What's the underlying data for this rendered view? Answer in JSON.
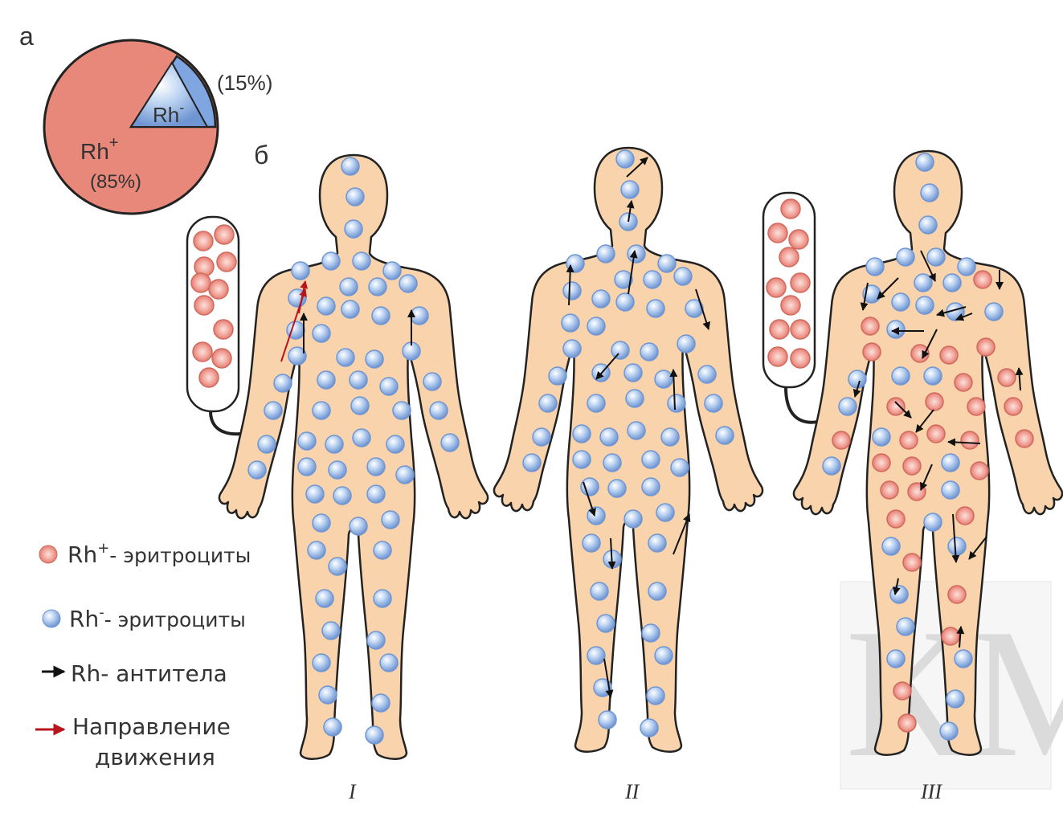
{
  "panel_a": {
    "label": "а",
    "pie": {
      "slices": [
        {
          "name": "Rh",
          "sup": "+",
          "pct_label": "(85%)",
          "value": 85,
          "color": "#e8887a"
        },
        {
          "name": "Rh",
          "sup": "-",
          "pct_label": "(15%)",
          "value": 15,
          "color": "#7fa6e0"
        }
      ]
    }
  },
  "panel_b": {
    "label": "б",
    "figures": [
      "I",
      "II",
      "III"
    ]
  },
  "legend": {
    "rh_pos": {
      "base": "Rh",
      "sup": "+",
      "text": "- эритроциты"
    },
    "rh_neg": {
      "base": "Rh",
      "sup": "-",
      "text": "- эритроциты"
    },
    "antibody": {
      "text": "Rh- антитела"
    },
    "direction": {
      "line1": "Направление",
      "line2": "движения"
    }
  },
  "colors": {
    "body_fill": "#f8d3ac",
    "outline": "#222222",
    "rh_pos_cell": "#ec8f86",
    "rh_neg_cell": "#93b8e8",
    "antibody_arrow": "#111111",
    "direction_arrow": "#b8141c"
  },
  "watermark": {
    "letters": "КМ"
  }
}
